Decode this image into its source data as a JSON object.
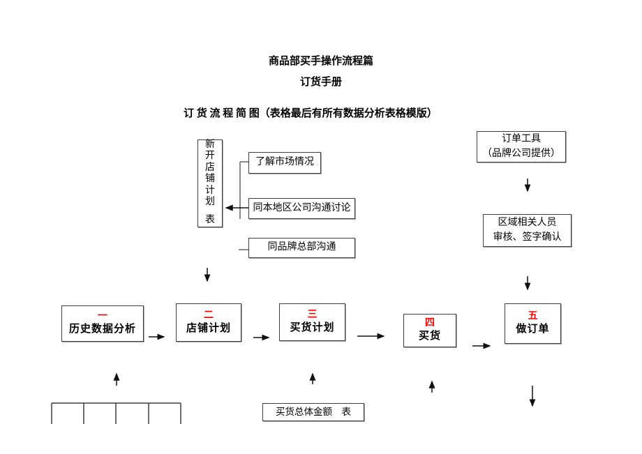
{
  "titles": {
    "main": "商品部买手操作流程篇",
    "sub": "订货手册",
    "section": "订 货 流 程 简 图（表格最后有所有数据分析表格模版）"
  },
  "flowchart": {
    "new_store_plan": {
      "vertical_label": "新开店铺计划",
      "suffix": "表"
    },
    "prep": {
      "market": "了解市场情况",
      "local_company": "同本地区公司沟通讨论",
      "brand_hq": "同品牌总部沟通"
    },
    "order_tool": {
      "line1": "订单工具",
      "line2": "（品牌公司提供）"
    },
    "regional_confirm": {
      "line1": "区域相关人员",
      "line2": "审核、签字确认"
    },
    "steps": [
      {
        "num": "一",
        "label": "历史数据分析"
      },
      {
        "num": "二",
        "label": "店铺计划"
      },
      {
        "num": "三",
        "label": "买货计划"
      },
      {
        "num": "四",
        "label": "买货"
      },
      {
        "num": "五",
        "label": "做订单"
      }
    ],
    "total_amount": "买货总体金额　表"
  },
  "colors": {
    "step_number_red": "#ff0000",
    "arrow_black": "#111111",
    "connector_gray": "#8a8a8a"
  }
}
